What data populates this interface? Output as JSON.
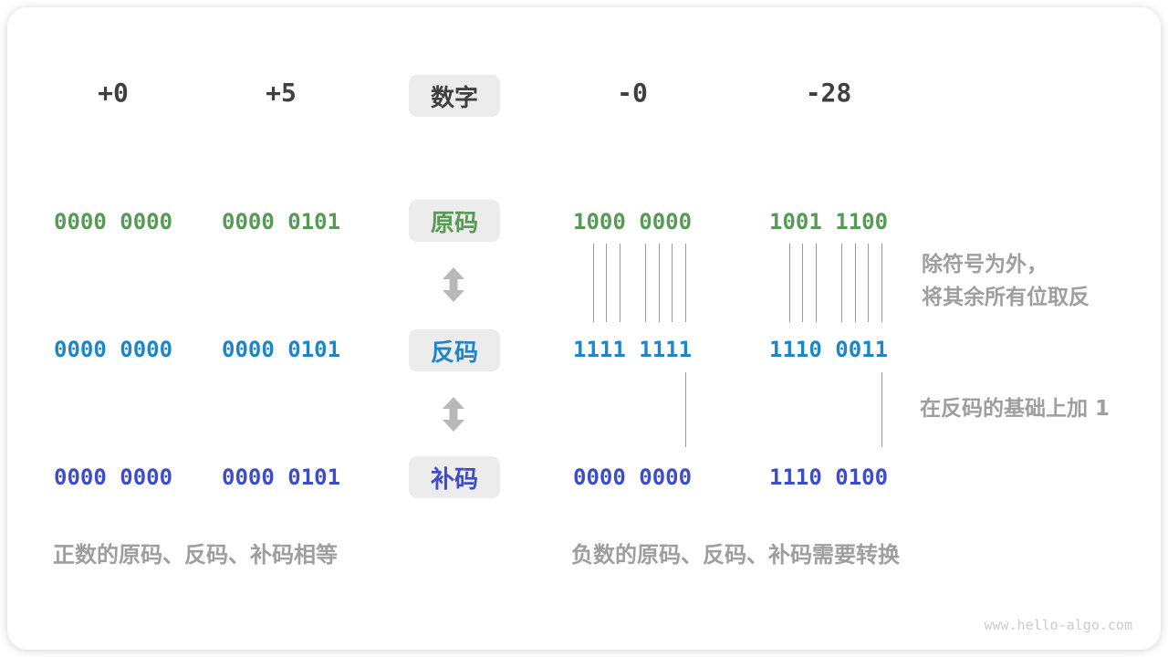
{
  "colors": {
    "green": "#569a56",
    "blue": "#1c86c9",
    "indigo": "#3d4dc8",
    "box_bg": "#ececec",
    "heading": "#3f3f3f",
    "note": "#9e9e9e",
    "line": "#9a9a9a",
    "arrow": "#b8b8b8",
    "watermark": "#cbcbcb"
  },
  "headers": {
    "col1": "+0",
    "col2": "+5",
    "center": "数字",
    "col3": "-0",
    "col4": "-28"
  },
  "rows": {
    "sign_magnitude": {
      "label": "原码",
      "v1": "0000 0000",
      "v2": "0000 0101",
      "v3": "1000 0000",
      "v4": "1001 1100"
    },
    "ones_complement": {
      "label": "反码",
      "v1": "0000 0000",
      "v2": "0000 0101",
      "v3": "1111 1111",
      "v4": "1110 0011"
    },
    "twos_complement": {
      "label": "补码",
      "v1": "0000 0000",
      "v2": "0000 0101",
      "v3": "0000 0000",
      "v4": "1110 0100"
    }
  },
  "notes": {
    "invert_line1": "除符号为外，",
    "invert_line2": "将其余所有位取反",
    "add_one": "在反码的基础上加 1",
    "positive_caption": "正数的原码、反码、补码相等",
    "negative_caption": "负数的原码、反码、补码需要转换"
  },
  "watermark": "www.hello-algo.com"
}
